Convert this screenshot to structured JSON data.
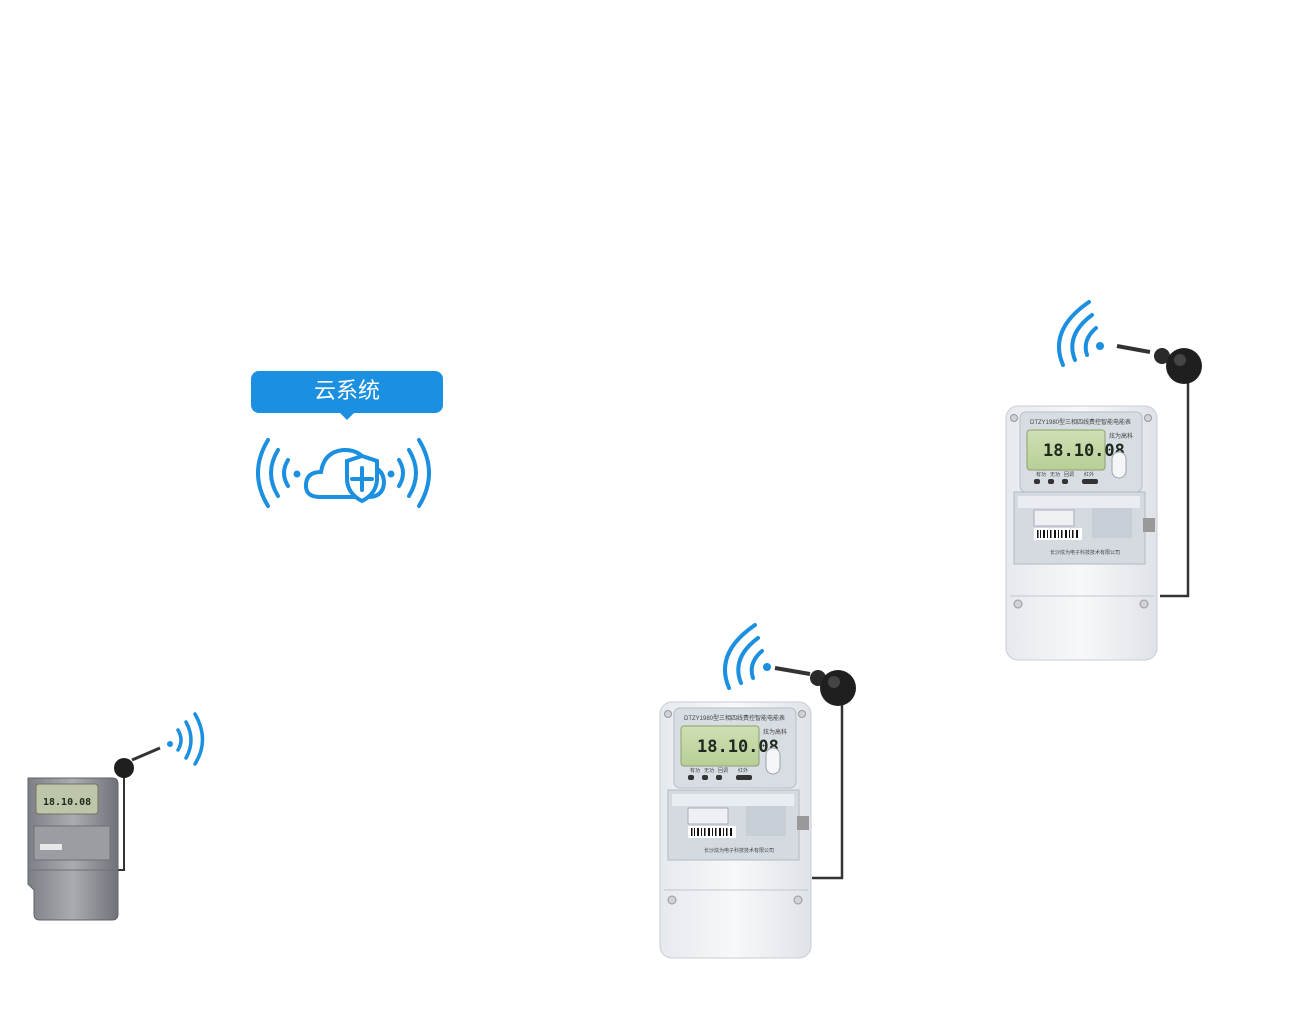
{
  "cloud": {
    "label": "云系统",
    "color": "#1b8fe0"
  },
  "meters": [
    {
      "model_label": "DTZY1980型三相四线费控智能电能表",
      "display": "18.10.08",
      "brand": "炫为高科",
      "buttons": [
        "有功",
        "无功",
        "回调",
        "红外"
      ],
      "maker": "长沙炫为电子科技技术有限公司"
    },
    {
      "model_label": "DTZY1980型三相四线费控智能电能表",
      "display": "18.10.08",
      "brand": "炫为高科",
      "buttons": [
        "有功",
        "无功",
        "回调",
        "红外"
      ],
      "maker": "长沙炫为电子科技技术有限公司"
    },
    {
      "display": "18.10.08"
    }
  ]
}
